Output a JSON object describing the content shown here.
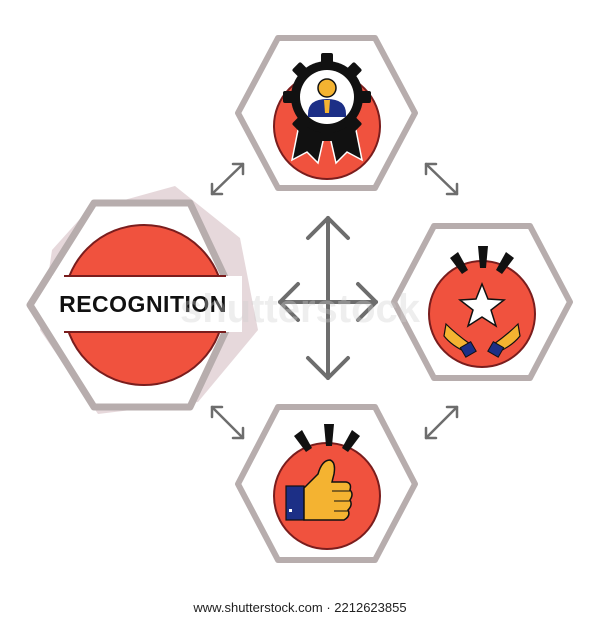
{
  "diagram": {
    "center_label": "RECOGNITION",
    "nodes": [
      {
        "id": "top",
        "icon": "award-badge-person-icon"
      },
      {
        "id": "right",
        "icon": "hands-star-icon"
      },
      {
        "id": "bottom",
        "icon": "thumbs-up-icon"
      }
    ],
    "colors": {
      "hex_border": "#b7adad",
      "shadow_hex": "#dcc8cc",
      "red": "#f0523e",
      "circle_stroke": "#7a1d1d",
      "arrow": "#6d6d6d",
      "navy": "#1c2f86",
      "gold": "#f4b331"
    }
  },
  "watermark": "shutterstock",
  "footer": {
    "text": "www.shutterstock.com · 2212623855"
  }
}
